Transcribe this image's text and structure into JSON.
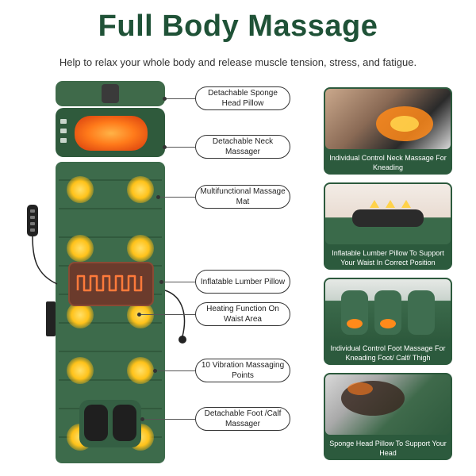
{
  "header": {
    "title": "Full Body Massage",
    "subtitle": "Help to relax your whole body and release muscle tension, stress, and fatigue."
  },
  "callouts": [
    {
      "label": "Detachable Sponge Head Pillow"
    },
    {
      "label": "Detachable Neck Massager"
    },
    {
      "label": "Multifunctional Massage Mat"
    },
    {
      "label": "Inflatable Lumber Pillow"
    },
    {
      "label": "Heating Function On Waist Area"
    },
    {
      "label": "10 Vibration Massaging Points"
    },
    {
      "label": "Detachable Foot /Calf Massager"
    }
  ],
  "cards": [
    {
      "caption": "Individual Control Neck Massage For Kneading"
    },
    {
      "caption": "Inflatable Lumber Pillow To Support Your Waist In Correct Position"
    },
    {
      "caption": "Individual Control Foot Massage For Kneading Foot/ Calf/ Thigh"
    },
    {
      "caption": "Sponge Head Pillow To Support Your Head"
    }
  ],
  "colors": {
    "brand_green": "#1f5237",
    "card_green": "#2c5a3d",
    "heat_orange": "#ff7a1a",
    "vibration_yellow": "#ffc21a"
  }
}
